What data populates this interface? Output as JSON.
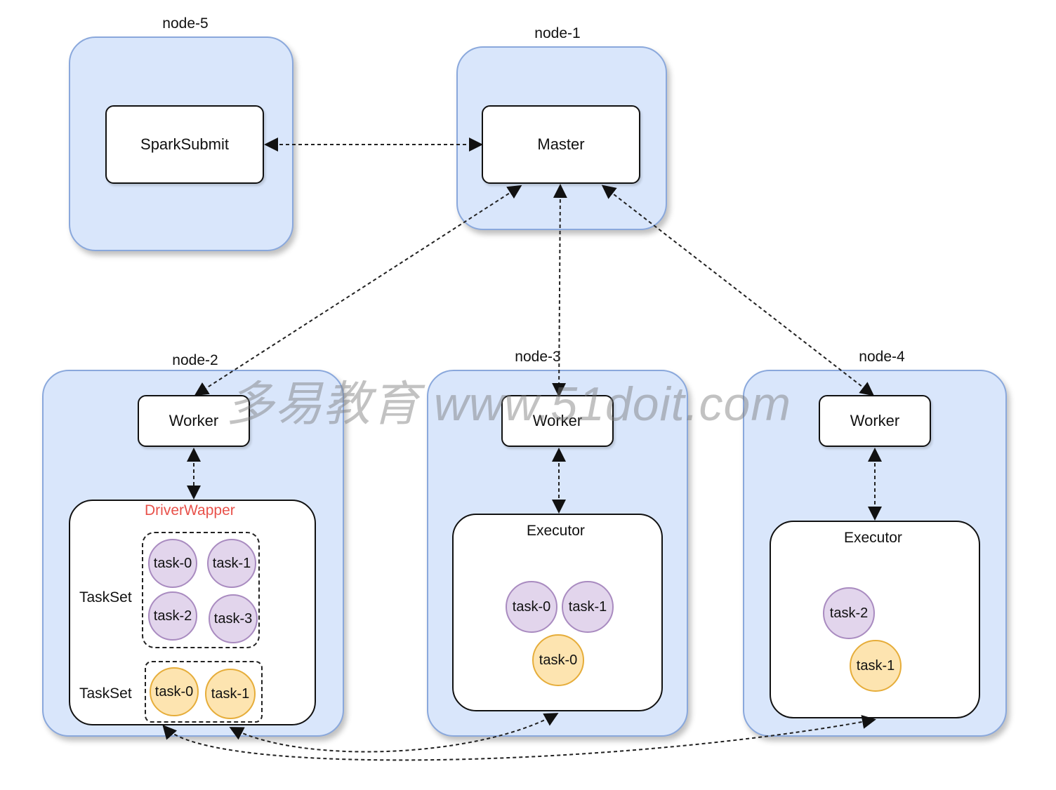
{
  "nodes": {
    "node5": "node-5",
    "node1": "node-1",
    "node2": "node-2",
    "node3": "node-3",
    "node4": "node-4"
  },
  "components": {
    "spark_submit": "SparkSubmit",
    "master": "Master",
    "worker": "Worker",
    "driver_wrapper": "DriverWapper",
    "executor": "Executor",
    "taskset": "TaskSet"
  },
  "node2_tasks": {
    "set1": [
      "task-0",
      "task-1",
      "task-2",
      "task-3"
    ],
    "set2": [
      "task-0",
      "task-1"
    ]
  },
  "node3_tasks": [
    "task-0",
    "task-1",
    "task-0"
  ],
  "node4_tasks": [
    "task-2",
    "task-1"
  ],
  "watermark": "多易教育 www.51doit.com",
  "colors": {
    "node_fill": "#d9e6fb",
    "node_border": "#8aa8dc",
    "task_purple": "#e2d5ec",
    "task_orange": "#fde4b0",
    "driver_label": "#e8514a"
  }
}
